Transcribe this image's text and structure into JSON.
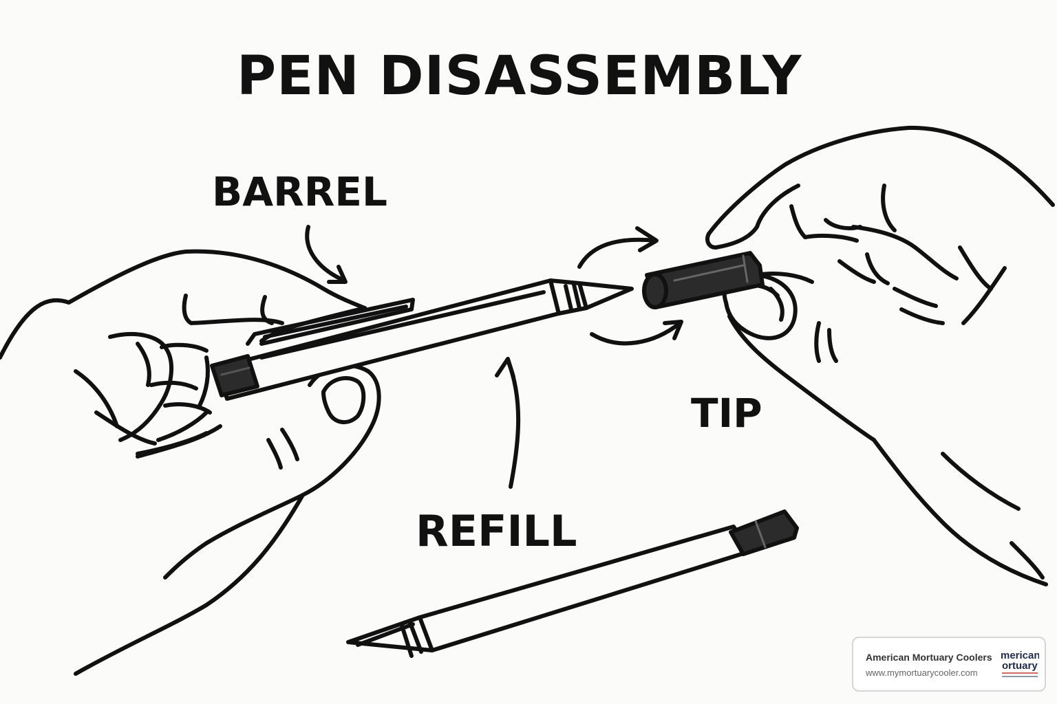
{
  "title": "PEN DISASSEMBLY",
  "labels": {
    "barrel": "BARREL",
    "tip": "TIP",
    "refill": "REFILL"
  },
  "watermark": {
    "name": "American Mortuary Coolers",
    "url": "www.mymortuarycooler.com",
    "logo_text": [
      "merican",
      "ortuary"
    ]
  },
  "colors": {
    "ink": "#111111",
    "background": "#fbfbf9",
    "cap_fill": "#2b2b2b"
  }
}
